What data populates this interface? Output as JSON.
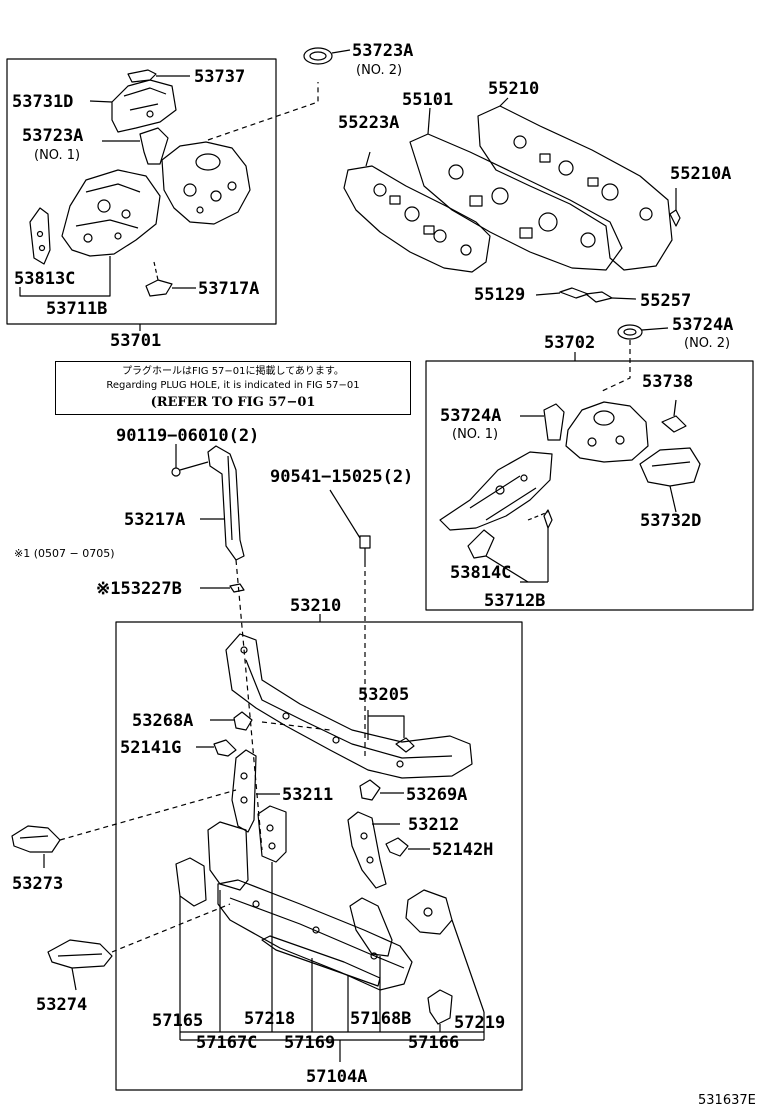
{
  "diagram_id": "531637E",
  "note": {
    "line1": "プラグホールはFIG 57−01に掲載してあります。",
    "line2": "Regarding PLUG HOLE, it is indicated in FIG 57−01",
    "line3": "(REFER TO FIG 57−01"
  },
  "parts": {
    "p53723A_top": "53723A",
    "p53723A_top_sub": "(NO. 2)",
    "p53737": "53737",
    "p53731D": "53731D",
    "p53723A_left": "53723A",
    "p53723A_left_sub": "(NO. 1)",
    "p53813C": "53813C",
    "p53717A": "53717A",
    "p53711B": "53711B",
    "p53701": "53701",
    "p55101": "55101",
    "p55210": "55210",
    "p55223A": "55223A",
    "p55210A": "55210A",
    "p55129": "55129",
    "p55257": "55257",
    "p53724A_top": "53724A",
    "p53724A_top_sub": "(NO. 2)",
    "p53702": "53702",
    "p53738": "53738",
    "p53724A_left": "53724A",
    "p53724A_left_sub": "(NO. 1)",
    "p53732D": "53732D",
    "p53814C": "53814C",
    "p53712B": "53712B",
    "p90119": "90119−06010(2)",
    "p90541": "90541−15025(2)",
    "p53217A": "53217A",
    "range_note": "※1 (0507 − 0705)",
    "p53227B": "※153227B",
    "p53210": "53210",
    "p53205": "53205",
    "p53268A": "53268A",
    "p52141G": "52141G",
    "p53211": "53211",
    "p53269A": "53269A",
    "p53212": "53212",
    "p52142H": "52142H",
    "p53273": "53273",
    "p53274": "53274",
    "p57165": "57165",
    "p57218": "57218",
    "p57168B": "57168B",
    "p57219": "57219",
    "p57167C": "57167C",
    "p57169": "57169",
    "p57166": "57166",
    "p57104A": "57104A"
  }
}
